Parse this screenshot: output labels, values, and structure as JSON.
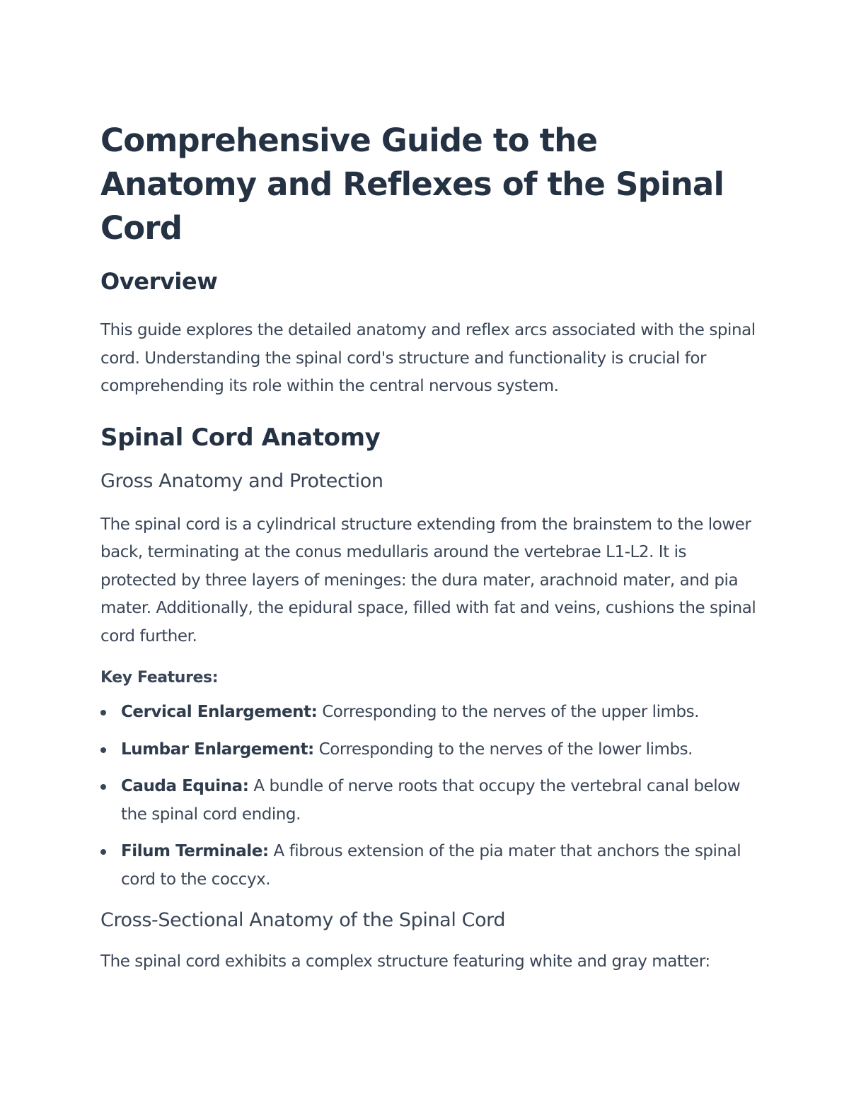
{
  "document": {
    "title": "Comprehensive Guide to the Anatomy and Reflexes of the Spinal Cord",
    "overview": {
      "heading": "Overview",
      "text": "This guide explores the detailed anatomy and reflex arcs associated with the spinal cord. Understanding the spinal cord's structure and functionality is crucial for comprehending its role within the central nervous system."
    },
    "anatomy": {
      "heading": "Spinal Cord Anatomy",
      "gross": {
        "heading": "Gross Anatomy and Protection",
        "text": "The spinal cord is a cylindrical structure extending from the brainstem to the lower back, terminating at the conus medullaris around the vertebrae L1-L2. It is protected by three layers of meninges: the dura mater, arachnoid mater, and pia mater. Additionally, the epidural space, filled with fat and veins, cushions the spinal cord further.",
        "key_label": "Key Features:",
        "features": [
          {
            "term": "Cervical Enlargement:",
            "desc": " Corresponding to the nerves of the upper limbs."
          },
          {
            "term": "Lumbar Enlargement:",
            "desc": " Corresponding to the nerves of the lower limbs."
          },
          {
            "term": "Cauda Equina:",
            "desc": " A bundle of nerve roots that occupy the vertebral canal below the spinal cord ending."
          },
          {
            "term": "Filum Terminale:",
            "desc": " A fibrous extension of the pia mater that anchors the spinal cord to the coccyx."
          }
        ]
      },
      "cross": {
        "heading": "Cross-Sectional Anatomy of the Spinal Cord",
        "text": "The spinal cord exhibits a complex structure featuring white and gray matter:"
      }
    }
  }
}
